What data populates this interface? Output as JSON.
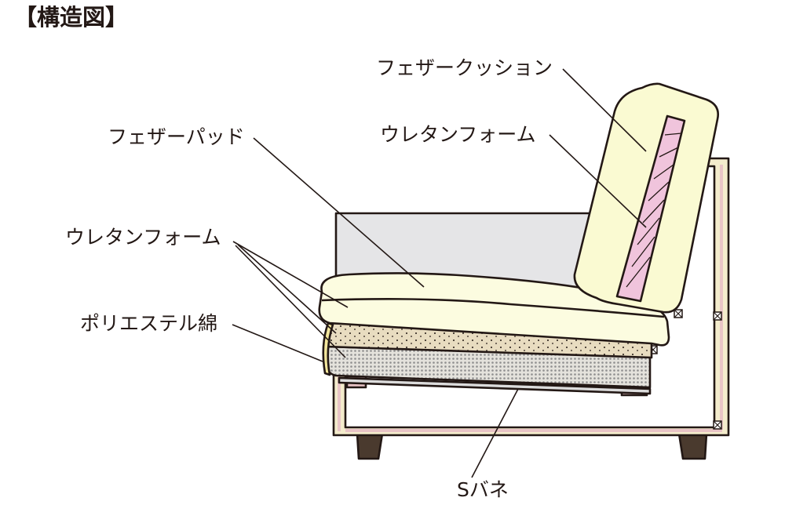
{
  "title": "【構造図】",
  "labels": {
    "feather_cushion": "フェザークッション",
    "urethane_back": "ウレタンフォーム",
    "feather_pad": "フェザーパッド",
    "urethane_seat": "ウレタンフォーム",
    "polyester": "ポリエステル綿",
    "s_spring": "Sバネ"
  },
  "colors": {
    "ink": "#231815",
    "cushion_fill": "#fafad2",
    "seat_pad_fill": "#fcfce0",
    "back_panel": "#e5e5e7",
    "urethane_insert": "#f0c4dc",
    "urethane_seat": "#e8dcc0",
    "polyester": "#c0c0c0",
    "frame": "#f4eccc",
    "frame_inner": "#e9c4c6",
    "legs": "#4a3a2e"
  }
}
